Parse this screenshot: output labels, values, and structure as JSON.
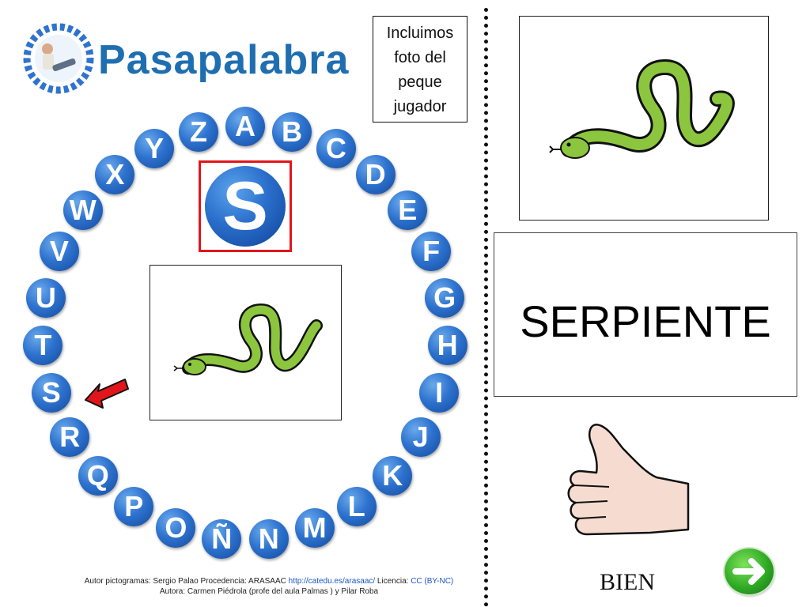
{
  "logo": {
    "text": "Pasapalabra"
  },
  "note": {
    "text": "Incluimos foto del peque jugador"
  },
  "rosco": {
    "letters": [
      "A",
      "B",
      "C",
      "D",
      "E",
      "F",
      "G",
      "H",
      "I",
      "J",
      "K",
      "L",
      "M",
      "N",
      "Ñ",
      "O",
      "P",
      "Q",
      "R",
      "S",
      "T",
      "U",
      "V",
      "W",
      "X",
      "Y",
      "Z"
    ],
    "current_letter": "S"
  },
  "word": {
    "text": "SERPIENTE"
  },
  "feedback": {
    "text": "BIEN"
  },
  "credits": {
    "line1_prefix": "Autor pictogramas: Sergio Palao Procedencia: ARASAAC ",
    "line1_link": "http://catedu.es/arasaac/",
    "line1_mid": " Licencia: ",
    "line1_license": "CC (BY-NC)",
    "line2": "Autora: Carmen Piédrola (profe del aula Palmas ) y Pilar Roba"
  },
  "colors": {
    "ball": "#2e73cf",
    "highlight": "#e0161b",
    "snake": "#8cc63f",
    "next_button": "#2faa24"
  },
  "icons": {
    "arrow": "red-arrow-icon",
    "snake": "snake-icon",
    "thumb": "thumbs-up-icon",
    "next": "next-arrow-icon"
  }
}
